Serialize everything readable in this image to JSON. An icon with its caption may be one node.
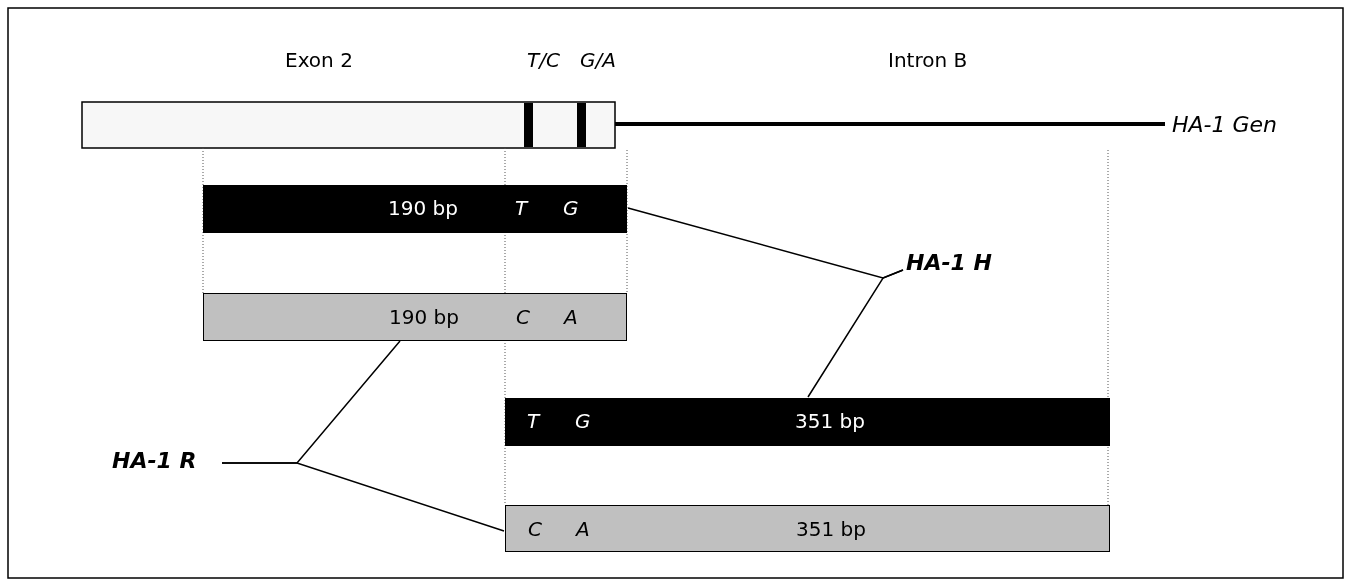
{
  "diagram": {
    "nodes": [
      {
        "text": [
          "190 bp",
          "T",
          "G"
        ]
      },
      {
        "text": [
          "190 bp",
          "C",
          "A"
        ]
      },
      {
        "text": [
          "T",
          "G",
          "351 bp"
        ]
      },
      {
        "text": [
          "C",
          "A",
          "351 bp"
        ]
      },
      {
        "text": [
          "HA-1 H"
        ]
      },
      {
        "text": [
          "HA-1 R"
        ]
      }
    ],
    "edges": [
      {
        "from": 4,
        "to": 0,
        "arrow": "none"
      },
      {
        "from": 4,
        "to": 2,
        "arrow": "none"
      },
      {
        "from": 5,
        "to": 1,
        "arrow": "none"
      },
      {
        "from": 5,
        "to": 3,
        "arrow": "none"
      }
    ],
    "labels": [
      "Exon 2",
      "T/C",
      "G/A",
      "Intron B",
      "HA-1 Gen"
    ]
  }
}
